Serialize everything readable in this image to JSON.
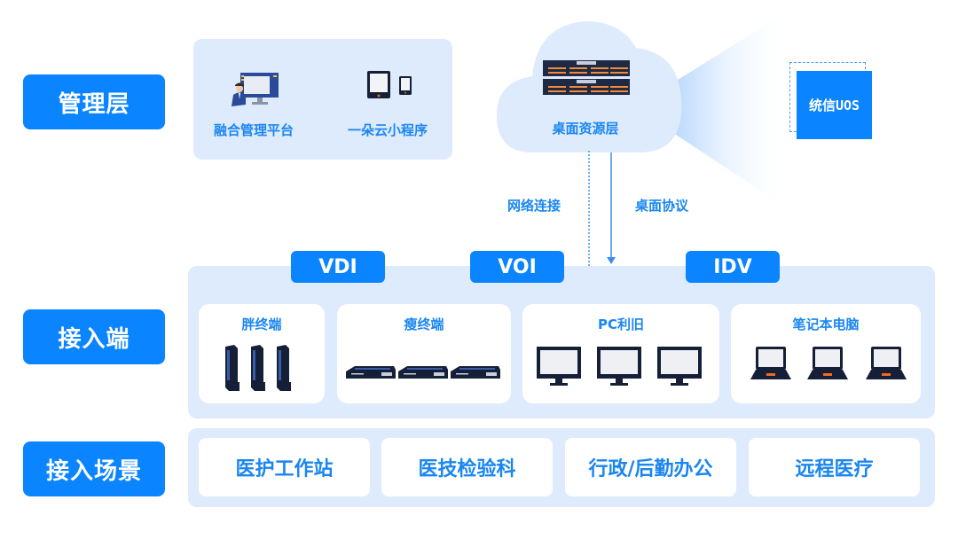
{
  "layers": {
    "management": "管理层",
    "access": "接入端",
    "scenes": "接入场景"
  },
  "management_panel": {
    "items": [
      {
        "label": "融合管理平台",
        "icon": "admin-monitor-icon"
      },
      {
        "label": "一朵云小程序",
        "icon": "tablet-phone-icon"
      }
    ]
  },
  "cloud": {
    "label": "桌面资源层",
    "icon": "server-rack-icon"
  },
  "os": {
    "label": "统信UOS"
  },
  "connections": {
    "network": "网络连接",
    "protocol": "桌面协议"
  },
  "access_panel": {
    "tags": [
      "VDI",
      "VOI",
      "IDV"
    ],
    "cards": [
      {
        "label": "胖终端",
        "icon": "tower-terminal-icon"
      },
      {
        "label": "瘦终端",
        "icon": "thin-client-icon"
      },
      {
        "label": "PC利旧",
        "icon": "monitor-icon"
      },
      {
        "label": "笔记本电脑",
        "icon": "laptop-icon"
      }
    ]
  },
  "scenes_panel": {
    "items": [
      "医护工作站",
      "医技检验科",
      "行政/后勤办公",
      "远程医疗"
    ]
  },
  "colors": {
    "primary": "#0a84ff",
    "panel": "#deebfd",
    "text_blue": "#1a86f0",
    "device_dark": "#152038",
    "accent_orange": "#f26b1d"
  }
}
